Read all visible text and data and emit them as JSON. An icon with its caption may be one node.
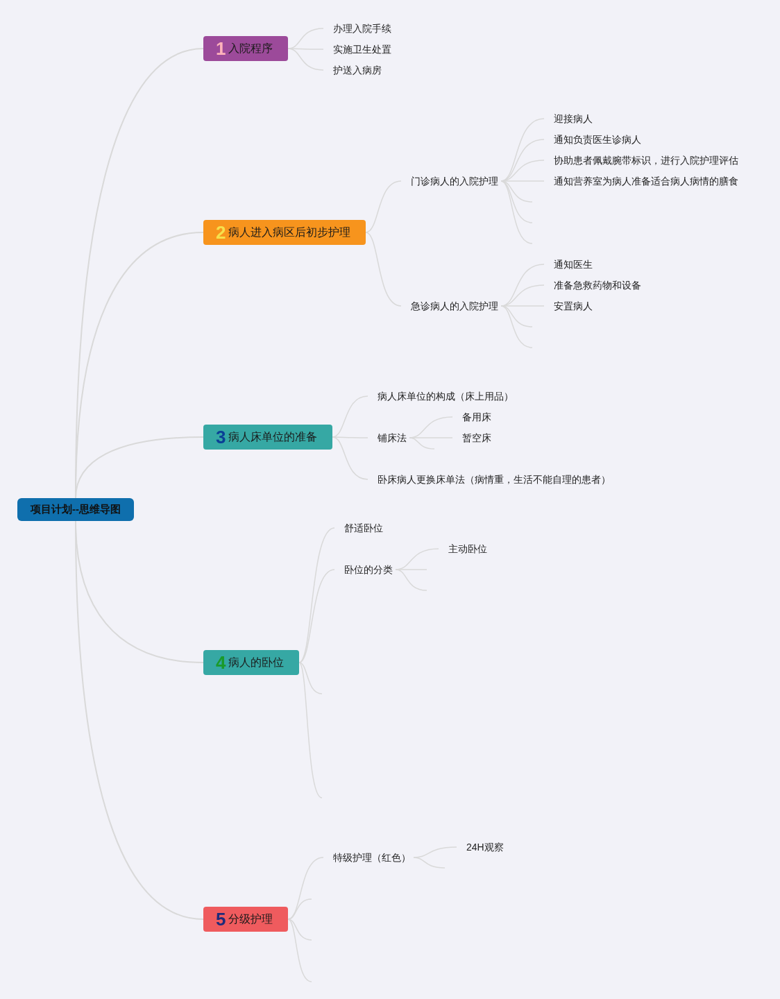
{
  "diagram": {
    "nodes": [
      {
        "text": [
          "项目计划--思维导图"
        ]
      },
      {
        "text": [
          "1",
          "入院程序"
        ]
      },
      {
        "text": [
          "办理入院手续"
        ]
      },
      {
        "text": [
          "实施卫生处置"
        ]
      },
      {
        "text": [
          "护送入病房"
        ]
      },
      {
        "text": [
          "2",
          "病人进入病区后初步护理"
        ]
      },
      {
        "text": [
          "门诊病人的入院护理"
        ]
      },
      {
        "text": [
          "迎接病人"
        ]
      },
      {
        "text": [
          "通知负责医生诊病人"
        ]
      },
      {
        "text": [
          "协助患者佩戴腕带标识，进行入院护理评估"
        ]
      },
      {
        "text": [
          "通知营养室为病人准备适合病人病情的膳食"
        ]
      },
      {
        "text": [
          "急诊病人的入院护理"
        ]
      },
      {
        "text": [
          "通知医生"
        ]
      },
      {
        "text": [
          "准备急救药物和设备"
        ]
      },
      {
        "text": [
          "安置病人"
        ]
      },
      {
        "text": [
          "3",
          "病人床单位的准备"
        ]
      },
      {
        "text": [
          "病人床单位的构成（床上用品）"
        ]
      },
      {
        "text": [
          "铺床法"
        ]
      },
      {
        "text": [
          "备用床"
        ]
      },
      {
        "text": [
          "暂空床"
        ]
      },
      {
        "text": [
          "卧床病人更换床单法（病情重，生活不能自理的患者）"
        ]
      },
      {
        "text": [
          "4",
          "病人的卧位"
        ]
      },
      {
        "text": [
          "舒适卧位"
        ]
      },
      {
        "text": [
          "卧位的分类"
        ]
      },
      {
        "text": [
          "主动卧位"
        ]
      },
      {
        "text": [
          "5",
          "分级护理"
        ]
      },
      {
        "text": [
          "特级护理（红色）"
        ]
      },
      {
        "text": [
          "24H观察"
        ]
      }
    ],
    "edges": [
      {
        "from": 0,
        "to": 1,
        "arrow": "none"
      },
      {
        "from": 1,
        "to": 2,
        "arrow": "none"
      },
      {
        "from": 1,
        "to": 3,
        "arrow": "none"
      },
      {
        "from": 1,
        "to": 4,
        "arrow": "none"
      },
      {
        "from": 0,
        "to": 5,
        "arrow": "none"
      },
      {
        "from": 5,
        "to": 6,
        "arrow": "none"
      },
      {
        "from": 6,
        "to": 7,
        "arrow": "none"
      },
      {
        "from": 6,
        "to": 8,
        "arrow": "none"
      },
      {
        "from": 6,
        "to": 9,
        "arrow": "none"
      },
      {
        "from": 6,
        "to": 10,
        "arrow": "none"
      },
      {
        "from": 6,
        "to": null,
        "arrow": "none"
      },
      {
        "from": 6,
        "to": null,
        "arrow": "none"
      },
      {
        "from": 6,
        "to": null,
        "arrow": "none"
      },
      {
        "from": 5,
        "to": 11,
        "arrow": "none"
      },
      {
        "from": 11,
        "to": 12,
        "arrow": "none"
      },
      {
        "from": 11,
        "to": 13,
        "arrow": "none"
      },
      {
        "from": 11,
        "to": 14,
        "arrow": "none"
      },
      {
        "from": 11,
        "to": null,
        "arrow": "none"
      },
      {
        "from": 11,
        "to": null,
        "arrow": "none"
      },
      {
        "from": 0,
        "to": 15,
        "arrow": "none"
      },
      {
        "from": 15,
        "to": 16,
        "arrow": "none"
      },
      {
        "from": 15,
        "to": 17,
        "arrow": "none"
      },
      {
        "from": 17,
        "to": 18,
        "arrow": "none"
      },
      {
        "from": 17,
        "to": 19,
        "arrow": "none"
      },
      {
        "from": 17,
        "to": null,
        "arrow": "none"
      },
      {
        "from": 15,
        "to": 20,
        "arrow": "none"
      },
      {
        "from": 0,
        "to": 21,
        "arrow": "none"
      },
      {
        "from": 21,
        "to": 22,
        "arrow": "none"
      },
      {
        "from": 21,
        "to": 23,
        "arrow": "none"
      },
      {
        "from": 23,
        "to": 24,
        "arrow": "none"
      },
      {
        "from": 23,
        "to": null,
        "arrow": "none"
      },
      {
        "from": 23,
        "to": null,
        "arrow": "none"
      },
      {
        "from": 21,
        "to": null,
        "arrow": "none"
      },
      {
        "from": 21,
        "to": null,
        "arrow": "none"
      },
      {
        "from": 0,
        "to": 25,
        "arrow": "none"
      },
      {
        "from": 25,
        "to": 26,
        "arrow": "none"
      },
      {
        "from": 26,
        "to": 27,
        "arrow": "none"
      },
      {
        "from": 26,
        "to": null,
        "arrow": "none"
      },
      {
        "from": 25,
        "to": null,
        "arrow": "none"
      },
      {
        "from": 25,
        "to": null,
        "arrow": "none"
      },
      {
        "from": 25,
        "to": null,
        "arrow": "none"
      }
    ]
  }
}
